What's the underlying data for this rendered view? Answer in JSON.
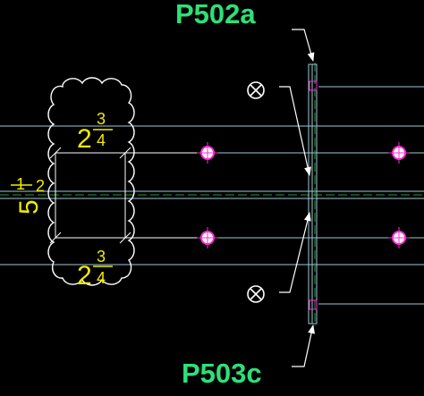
{
  "labels": {
    "top": "P502a",
    "bottom": "P503c"
  },
  "dimensions": {
    "upper": {
      "whole": "2",
      "num": "3",
      "den": "4"
    },
    "middle": {
      "whole": "5",
      "num": "1",
      "den": "2"
    },
    "lower": {
      "whole": "2",
      "num": "3",
      "den": "4"
    }
  },
  "colors": {
    "background": "#000000",
    "label_green": "#2ee07a",
    "dimension_yellow": "#f2ea00",
    "line_white": "#ffffff",
    "line_cyan": "#9fc7d6",
    "bolt_magenta": "#ff2bd6",
    "centerline_green": "#1f9a3a"
  },
  "icons": {
    "bolt_hole": "bolt-hole-icon",
    "x_marker": "circle-x-icon",
    "arrow": "leader-arrow-icon"
  }
}
